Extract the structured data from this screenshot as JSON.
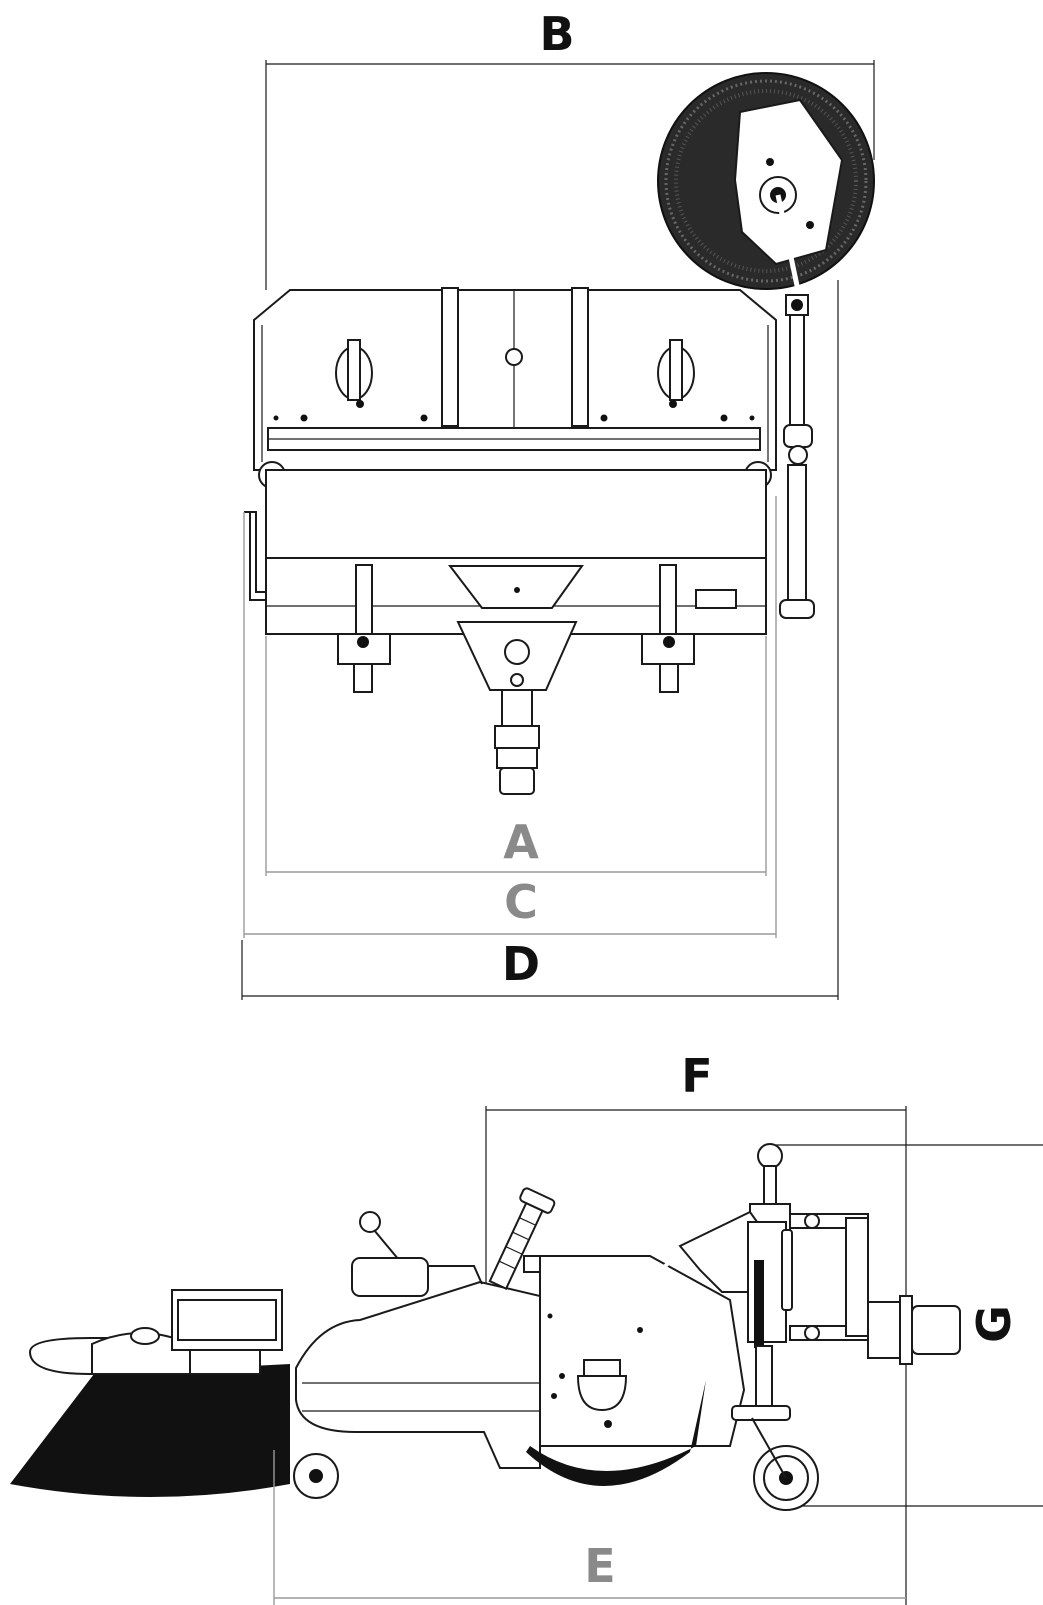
{
  "dimensions": {
    "top_view": {
      "A": "A",
      "B": "B",
      "C": "C",
      "D": "D"
    },
    "side_view": {
      "E": "E",
      "F": "F",
      "G": "G"
    }
  },
  "colors": {
    "line": "#1a1a1a",
    "dimension_dark": "#111111",
    "dimension_gray": "#8a8a8a",
    "background": "#ffffff"
  }
}
